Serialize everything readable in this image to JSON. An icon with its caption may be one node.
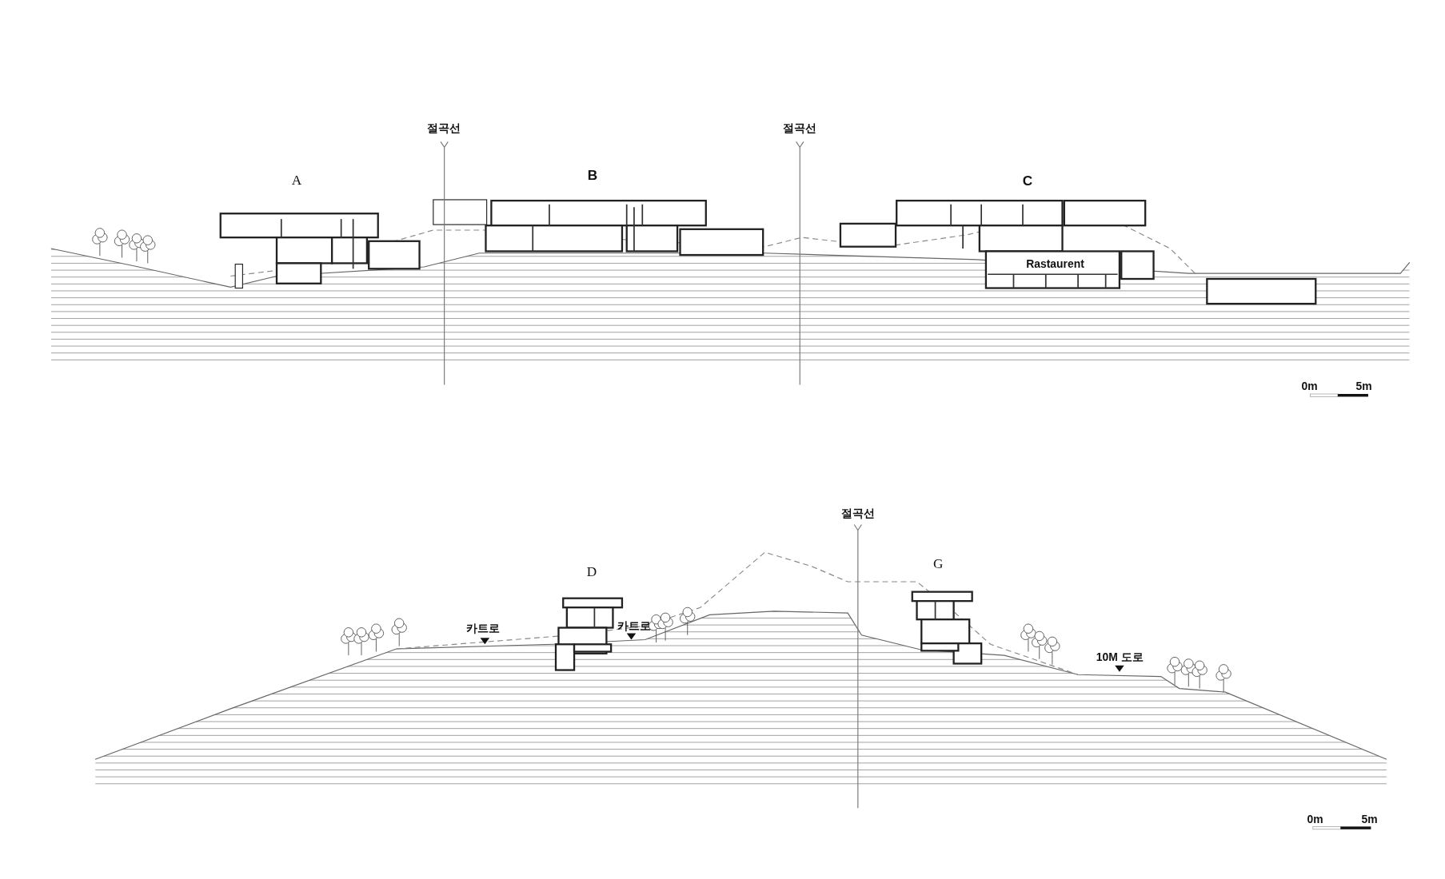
{
  "diagram": {
    "labels": [
      "절곡선",
      "절곡선",
      "A",
      "B",
      "C",
      "Rastaurent",
      "0m",
      "5m",
      "절곡선",
      "D",
      "G",
      "카트로",
      "카트로",
      "10M 도로",
      "0m",
      "5m"
    ]
  }
}
